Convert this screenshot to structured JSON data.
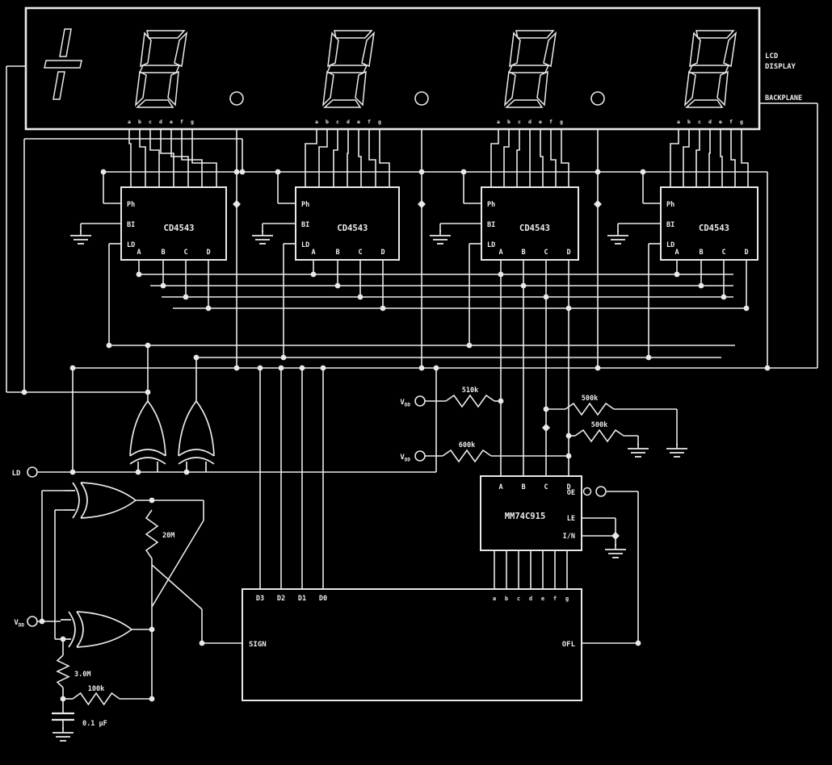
{
  "labels": {
    "lcd_display_line1": "LCD",
    "lcd_display_line2": "DISPLAY",
    "backplane": "BACKPLANE"
  },
  "display": {
    "sign": "±",
    "digits": [
      "8",
      "8",
      "8",
      "8"
    ],
    "decimal_points": 3,
    "segment_letters": [
      "a",
      "b",
      "c",
      "d",
      "e",
      "f",
      "g"
    ]
  },
  "decoder_chips": {
    "name": "CD4543",
    "count": 4,
    "left_pins": [
      "Ph",
      "BI",
      "LD"
    ],
    "bottom_pins": [
      "A",
      "B",
      "C",
      "D"
    ]
  },
  "latch_chip": {
    "name": "MM74C915",
    "top_pins": [
      "A",
      "B",
      "C",
      "D"
    ],
    "right_pins": [
      "OE",
      "LE",
      "I/N"
    ]
  },
  "adc_block": {
    "top_left_pins": [
      "D3",
      "D2",
      "D1",
      "D0"
    ],
    "top_right_pins": [
      "a",
      "b",
      "c",
      "d",
      "e",
      "f",
      "g"
    ],
    "left_pin": "SIGN",
    "right_pin": "OFL"
  },
  "resistors": {
    "r510k": "510k",
    "r600k": "600k",
    "r500k_top": "500k",
    "r500k_bottom": "500k",
    "r20m": "20M",
    "r3m": "3.0M",
    "r100k": "100k"
  },
  "capacitor": {
    "c1": "0.1 μF"
  },
  "terminals": {
    "v": "V",
    "dd": "DD",
    "ld_input": "LD"
  },
  "colors": {
    "background": "#000000",
    "line": "#e9e9e9"
  }
}
